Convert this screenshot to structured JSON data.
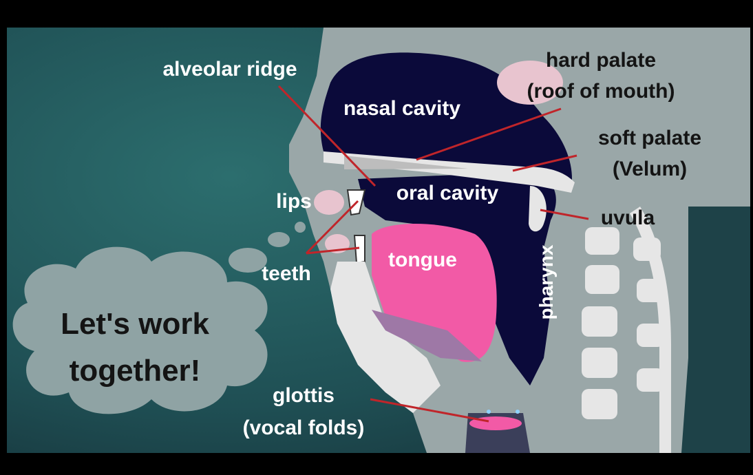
{
  "labels": {
    "alveolar_ridge": "alveolar ridge",
    "hard_palate_line1": "hard palate",
    "hard_palate_line2": "(roof of mouth)",
    "nasal_cavity": "nasal cavity",
    "soft_palate_line1": "soft palate",
    "soft_palate_line2": "(Velum)",
    "lips": "lips",
    "oral_cavity": "oral cavity",
    "uvula": "uvula",
    "teeth": "teeth",
    "tongue": "tongue",
    "pharynx": "pharynx",
    "glottis_line1": "glottis",
    "glottis_line2": "(vocal folds)"
  },
  "bubble": {
    "line1": "Let's work",
    "line2": "together!"
  },
  "colors": {
    "background": "#1f4f54",
    "cavity": "#0b0a3a",
    "tongue": "#f25aa6",
    "tissue": "#9aa7a8",
    "bone": "#e6e6e6",
    "pointer": "#c0252a",
    "bubble": "#8fa3a4"
  }
}
